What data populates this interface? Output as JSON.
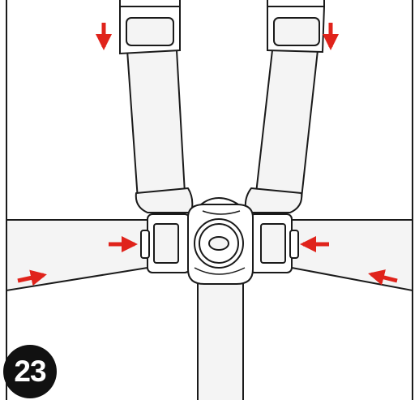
{
  "figure": {
    "step_number": "23",
    "colors": {
      "line": "#1a1a1a",
      "strap_fill": "#f4f4f4",
      "buckle_fill": "#ffffff",
      "arrow": "#e0231b",
      "badge": "#111111"
    },
    "arrows": [
      {
        "icon": "arrow-down-icon",
        "target": "left-shoulder-adjuster"
      },
      {
        "icon": "arrow-down-icon",
        "target": "right-shoulder-adjuster"
      },
      {
        "icon": "arrow-right-icon",
        "target": "left-waist-tongue"
      },
      {
        "icon": "arrow-left-icon",
        "target": "right-waist-tongue"
      },
      {
        "icon": "arrow-right-icon",
        "target": "left-waist-strap"
      },
      {
        "icon": "arrow-left-icon",
        "target": "right-waist-strap"
      }
    ]
  }
}
